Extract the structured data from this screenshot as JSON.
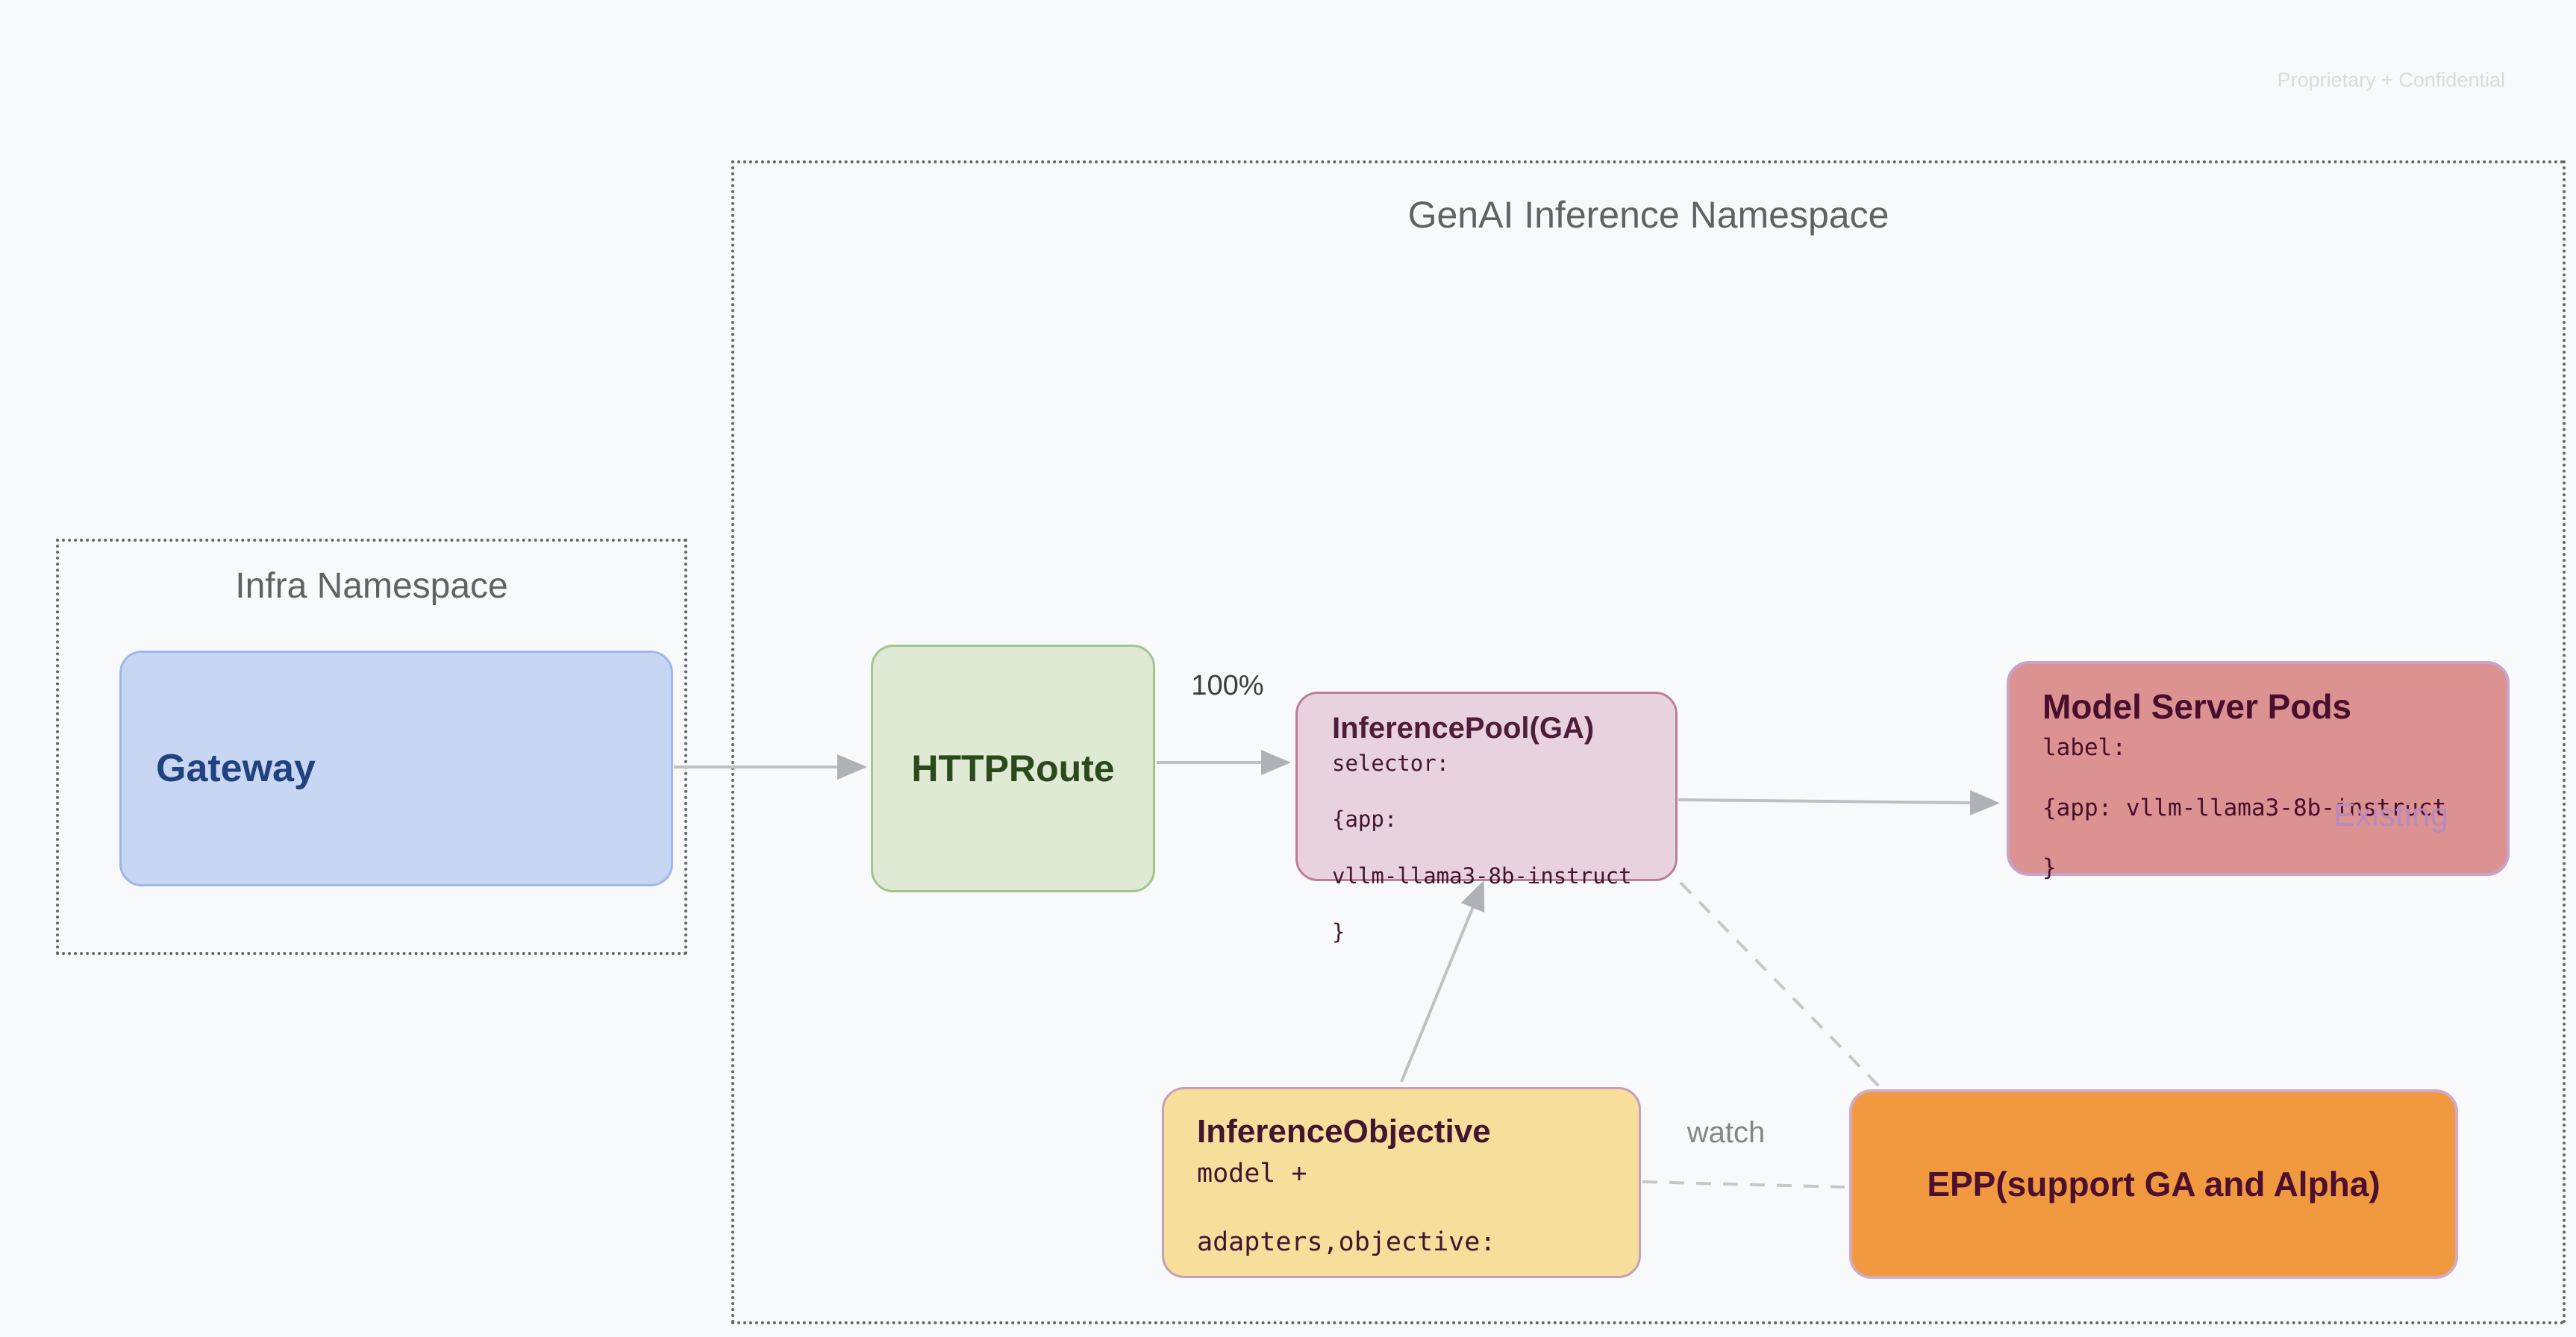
{
  "watermark": "Proprietary + Confidential",
  "namespaces": {
    "infra": "Infra Namespace",
    "genai": "GenAI Inference Namespace"
  },
  "nodes": {
    "gateway": {
      "title": "Gateway"
    },
    "httproute": {
      "title": "HTTPRoute"
    },
    "inference_pool": {
      "title": "InferencePool(GA)",
      "code_lines": [
        "selector:",
        "{app:",
        "vllm-llama3-8b-instruct",
        "}"
      ]
    },
    "model_server_pods": {
      "title": "Model Server Pods",
      "code_lines": [
        "label:",
        "{app: vllm-llama3-8b-instruct",
        "}"
      ],
      "tag": "Existing"
    },
    "inference_objective": {
      "title": "InferenceObjective",
      "code_lines": [
        "model +",
        "adapters,objective:"
      ]
    },
    "epp": {
      "title": "EPP(support GA and Alpha)"
    }
  },
  "edges": {
    "route_weight": "100%",
    "watch_label": "watch"
  },
  "colors": {
    "background": "#F8F9FA",
    "gateway_fill": "#C7D6F3",
    "httproute_fill": "#DEEAD3",
    "inference_pool_fill": "#E7D2DD",
    "model_server_pods_fill": "#DD9292",
    "inference_objective_fill": "#F8DE9B",
    "epp_fill": "#F0993E",
    "arrow_gray": "#BDC0C5",
    "namespace_border": "#63666B"
  }
}
